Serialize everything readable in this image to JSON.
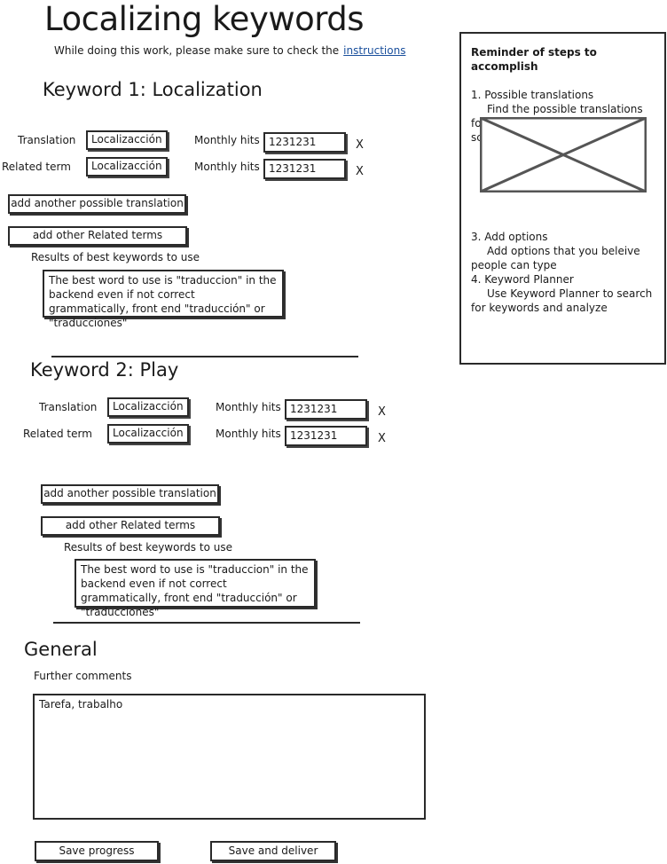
{
  "page": {
    "title": "Localizing keywords",
    "intro_text": "While doing this work, please make sure to check the",
    "intro_link": "instructions"
  },
  "keyword1": {
    "heading": "Keyword 1: Localization",
    "rows": [
      {
        "label": "Translation",
        "value": "Localizacción",
        "hits_label": "Monthly hits",
        "hits": "1231231",
        "remove": "X"
      },
      {
        "label": "Related term",
        "value": "Localizacción",
        "hits_label": "Monthly hits",
        "hits": "1231231",
        "remove": "X"
      }
    ],
    "add_translation": "add another possible translation",
    "add_related": "add other Related terms",
    "results_label": "Results of best keywords to use",
    "results_text": "The best word to use is \"traduccion\" in the backend even if not correct grammatically, front end \"traducción\" or \"traducciones\""
  },
  "keyword2": {
    "heading": "Keyword 2: Play",
    "rows": [
      {
        "label": "Translation",
        "value": "Localizacción",
        "hits_label": "Monthly hits",
        "hits": "1231231",
        "remove": "X"
      },
      {
        "label": "Related term",
        "value": "Localizacción",
        "hits_label": "Monthly hits",
        "hits": "1231231",
        "remove": "X"
      }
    ],
    "add_translation": "add another possible translation",
    "add_related": "add other Related terms",
    "results_label": "Results of best keywords to use",
    "results_text": "The best word to use is \"traduccion\" in the backend even if not correct grammatically, front end \"traducción\" or \"traducciones\""
  },
  "general": {
    "heading": "General",
    "comments_label": "Further comments",
    "comments_value": "Tarefa, trabalho"
  },
  "actions": {
    "save_progress": "Save progress",
    "save_deliver": "Save and deliver"
  },
  "sidebar": {
    "title": "Reminder of steps to accomplish",
    "step1_title": "1. Possible translations",
    "step1_text": "Find the possible translations for this taking in consideration",
    "step1_cut": "sc",
    "step3_title": "3. Add options",
    "step3_text": "Add options that you beleive people can type",
    "step4_title": "4. Keyword Planner",
    "step4_text": "Use Keyword Planner to search for keywords and analyze"
  }
}
